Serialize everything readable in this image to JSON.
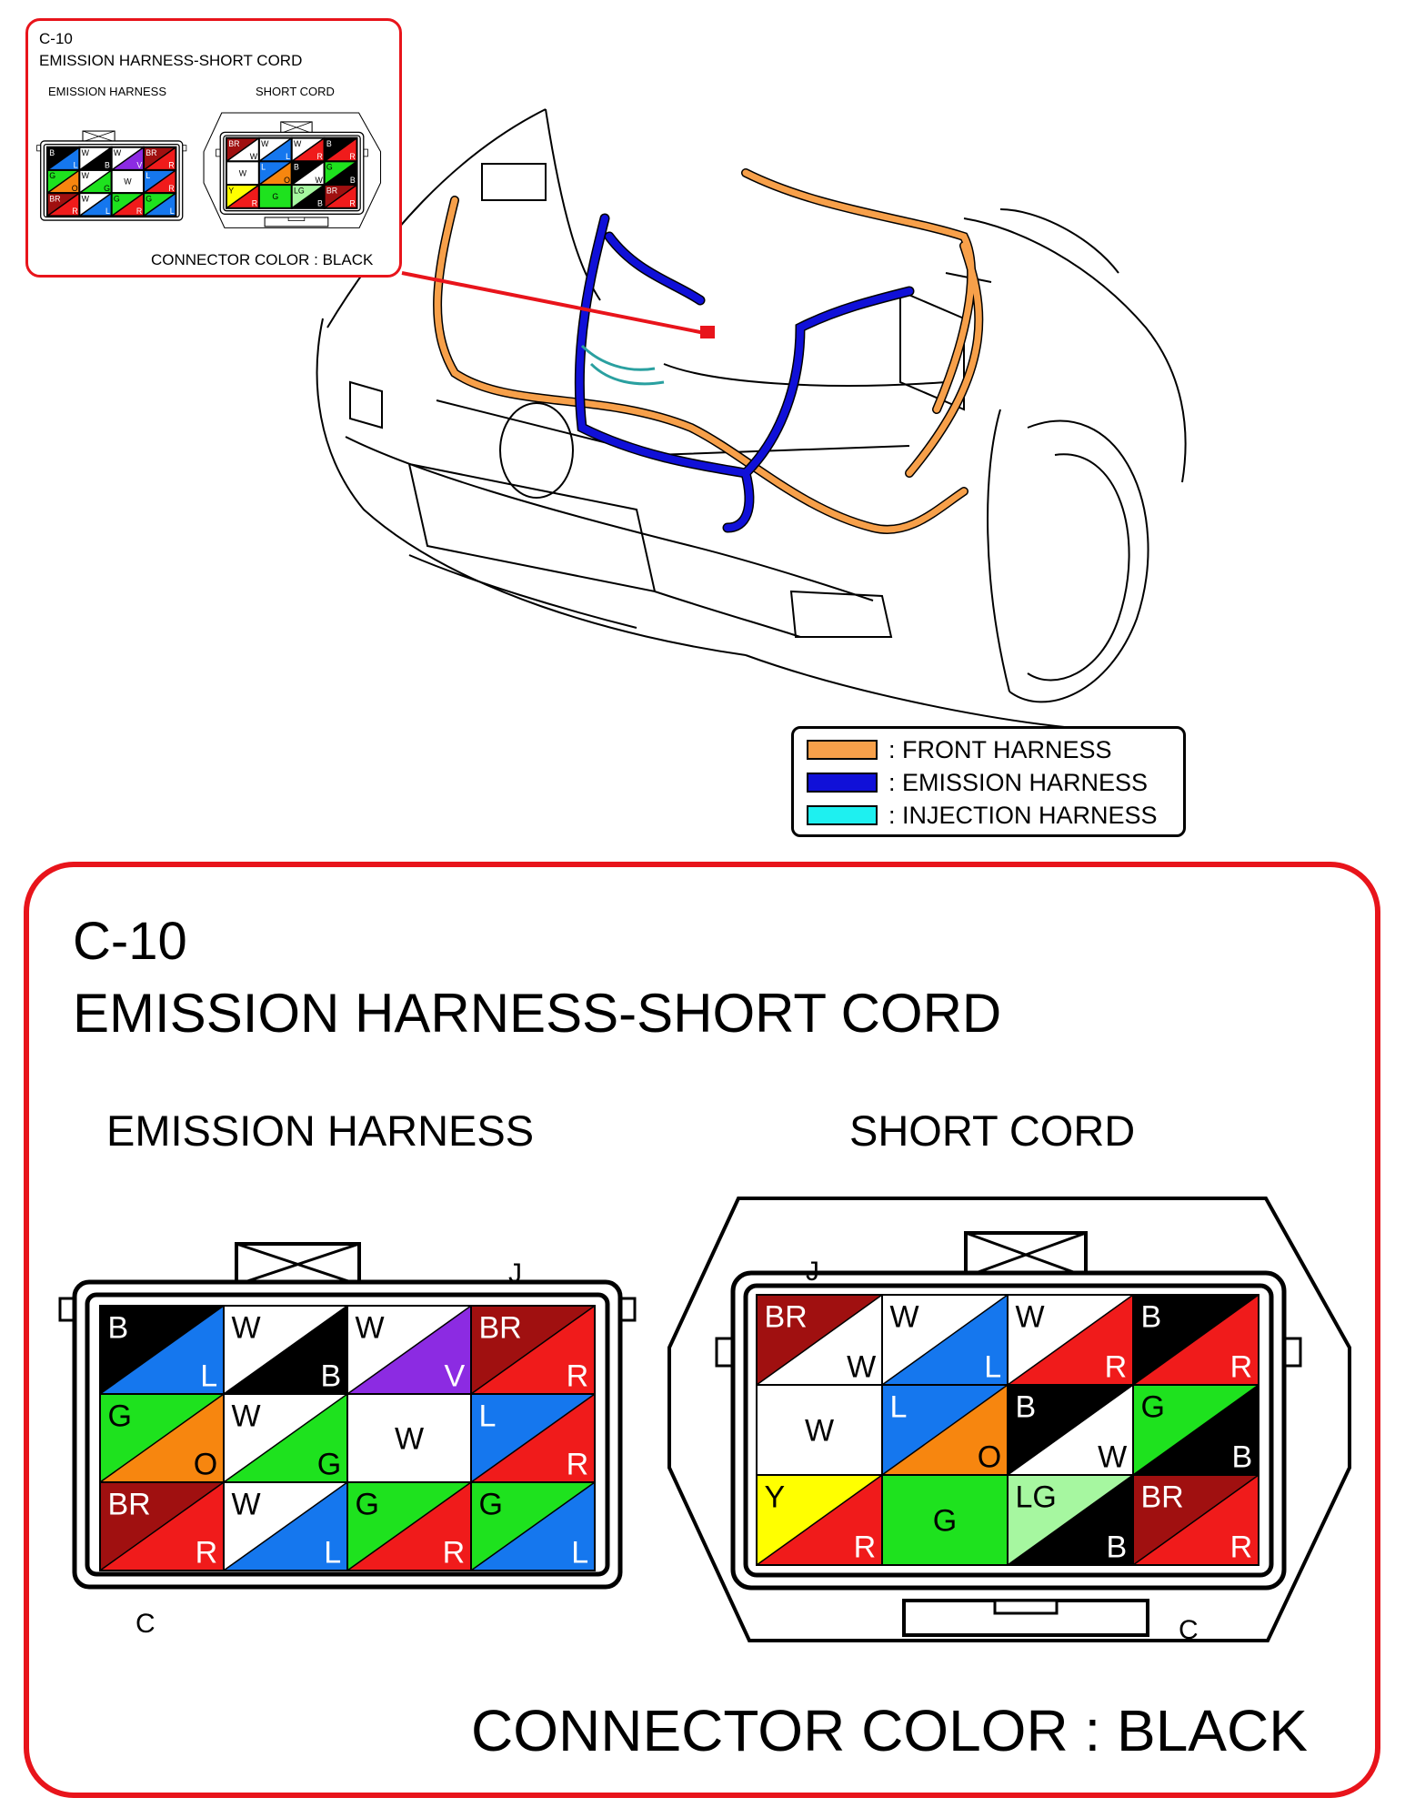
{
  "callout": {
    "code": "C-10",
    "title": "EMISSION HARNESS-SHORT CORD",
    "left_label": "EMISSION HARNESS",
    "right_label": "SHORT CORD",
    "connector_color": "CONNECTOR COLOR : BLACK"
  },
  "legend": {
    "items": [
      {
        "label": ": FRONT HARNESS",
        "color": "#f7a04a"
      },
      {
        "label": ": EMISSION HARNESS",
        "color": "#1010d8"
      },
      {
        "label": ": INJECTION HARNESS",
        "color": "#1ef0f0"
      }
    ]
  },
  "main": {
    "code": "C-10",
    "title": "EMISSION HARNESS-SHORT CORD",
    "emission_harness_label": "EMISSION HARNESS",
    "short_cord_label": "SHORT CORD",
    "emission_pin_j": "J",
    "emission_pin_c": "C",
    "short_pin_j": "J",
    "short_pin_c": "C",
    "connector_color": "CONNECTOR COLOR : BLACK"
  },
  "colors": {
    "B": "#000000",
    "L": "#1577ee",
    "W": "#ffffff",
    "V": "#8c2be2",
    "BR": "#a01010",
    "R": "#f01b1b",
    "G": "#1ee21e",
    "O": "#f7860f",
    "Y": "#ffff00",
    "LG": "#a6f7a0"
  },
  "emission_connector": {
    "rows": [
      [
        {
          "top": "B",
          "bottom": "L"
        },
        {
          "top": "W",
          "bottom": "B"
        },
        {
          "top": "W",
          "bottom": "V"
        },
        {
          "top": "BR",
          "bottom": "R"
        }
      ],
      [
        {
          "top": "G",
          "bottom": "O"
        },
        {
          "top": "W",
          "bottom": "G"
        },
        {
          "single": "W"
        },
        {
          "top": "L",
          "bottom": "R"
        }
      ],
      [
        {
          "top": "BR",
          "bottom": "R"
        },
        {
          "top": "W",
          "bottom": "L"
        },
        {
          "top": "G",
          "bottom": "R"
        },
        {
          "top": "G",
          "bottom": "L"
        }
      ]
    ]
  },
  "short_connector": {
    "rows": [
      [
        {
          "top": "BR",
          "bottom": "W"
        },
        {
          "top": "W",
          "bottom": "L"
        },
        {
          "top": "W",
          "bottom": "R"
        },
        {
          "top": "B",
          "bottom": "R"
        }
      ],
      [
        {
          "single": "W"
        },
        {
          "top": "L",
          "bottom": "O"
        },
        {
          "top": "B",
          "bottom": "W"
        },
        {
          "top": "G",
          "bottom": "B"
        }
      ],
      [
        {
          "top": "Y",
          "bottom": "R"
        },
        {
          "single": "G"
        },
        {
          "top": "LG",
          "bottom": "B"
        },
        {
          "top": "BR",
          "bottom": "R"
        }
      ]
    ]
  }
}
